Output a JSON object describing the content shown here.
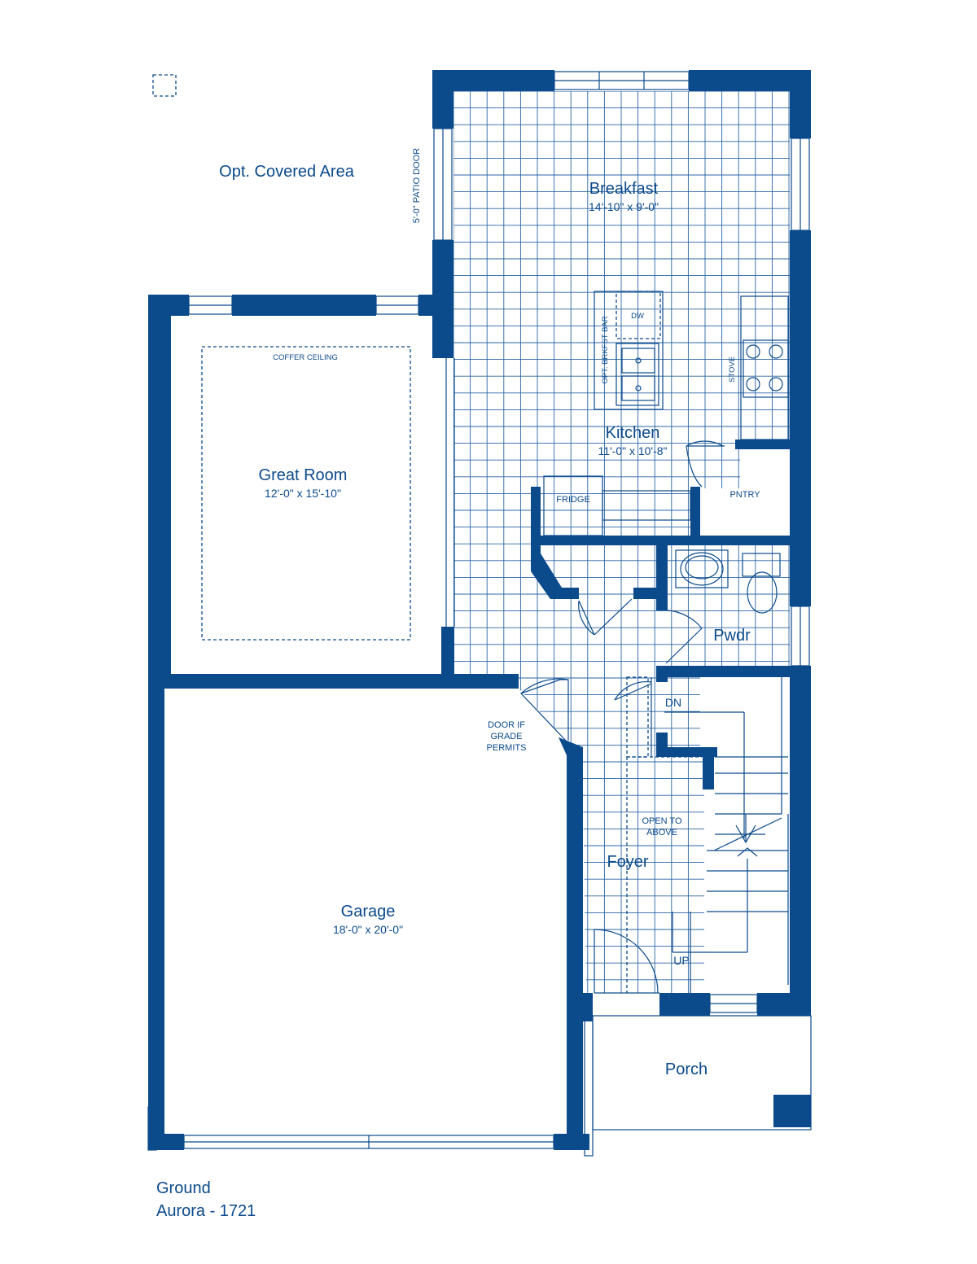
{
  "colors": {
    "wall": "#0b4a8b",
    "line": "#2a65a5",
    "background": "#ffffff"
  },
  "labels": {
    "covered_area": "Opt. Covered Area",
    "patio_door": "5'-0\" PATIO DOOR",
    "breakfast": "Breakfast",
    "breakfast_dim": "14'-10\" x 9'-0\"",
    "coffer_ceiling": "COFFER CEILING",
    "great_room": "Great Room",
    "great_room_dim": "12'-0\" x 15'-10\"",
    "dw": "DW",
    "brekfst_bar": "OPT. BRKFST BAR",
    "stove": "STOVE",
    "kitchen": "Kitchen",
    "kitchen_dim": "11'-0\" x 10'-8\"",
    "fridge": "FRIDGE",
    "pantry": "PNTRY",
    "pwdr": "Pwdr",
    "dn": "DN",
    "door_if_1": "DOOR IF",
    "door_if_2": "GRADE",
    "door_if_3": "PERMITS",
    "open_above_1": "OPEN TO",
    "open_above_2": "ABOVE",
    "foyer": "Foyer",
    "garage": "Garage",
    "garage_dim": "18'-0\" x 20'-0\"",
    "up": "UP",
    "porch": "Porch"
  },
  "caption": {
    "level": "Ground",
    "model": "Aurora - 1721"
  }
}
